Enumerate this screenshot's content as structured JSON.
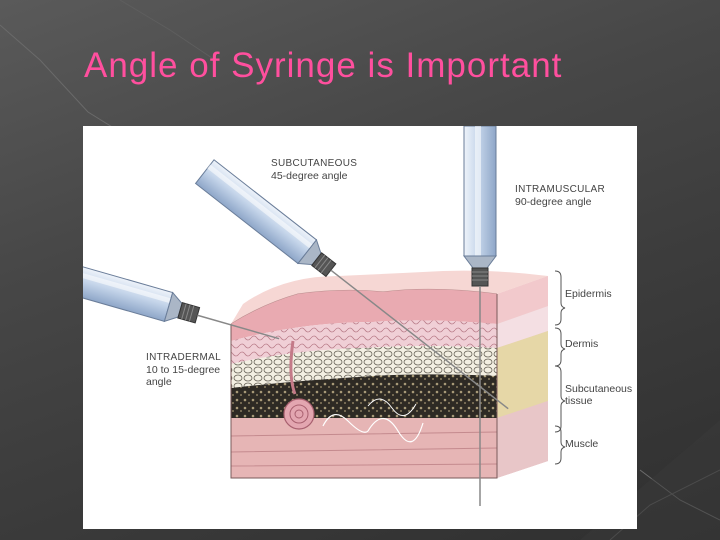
{
  "slide": {
    "title": "Angle of Syringe is Important",
    "title_color": "#ff4f9e",
    "background_color": "#464646"
  },
  "diagram": {
    "injections": [
      {
        "name": "SUBCUTANEOUS",
        "angle": "45-degree angle"
      },
      {
        "name": "INTRAMUSCULAR",
        "angle": "90-degree angle"
      },
      {
        "name": "INTRADERMAL",
        "angle_line1": "10 to 15-degree",
        "angle_line2": "angle"
      }
    ],
    "layers": [
      "Epidermis",
      "Dermis",
      "Subcutaneous tissue",
      "Muscle"
    ],
    "layer_lines": [
      "Subcutaneous",
      "tissue"
    ]
  }
}
